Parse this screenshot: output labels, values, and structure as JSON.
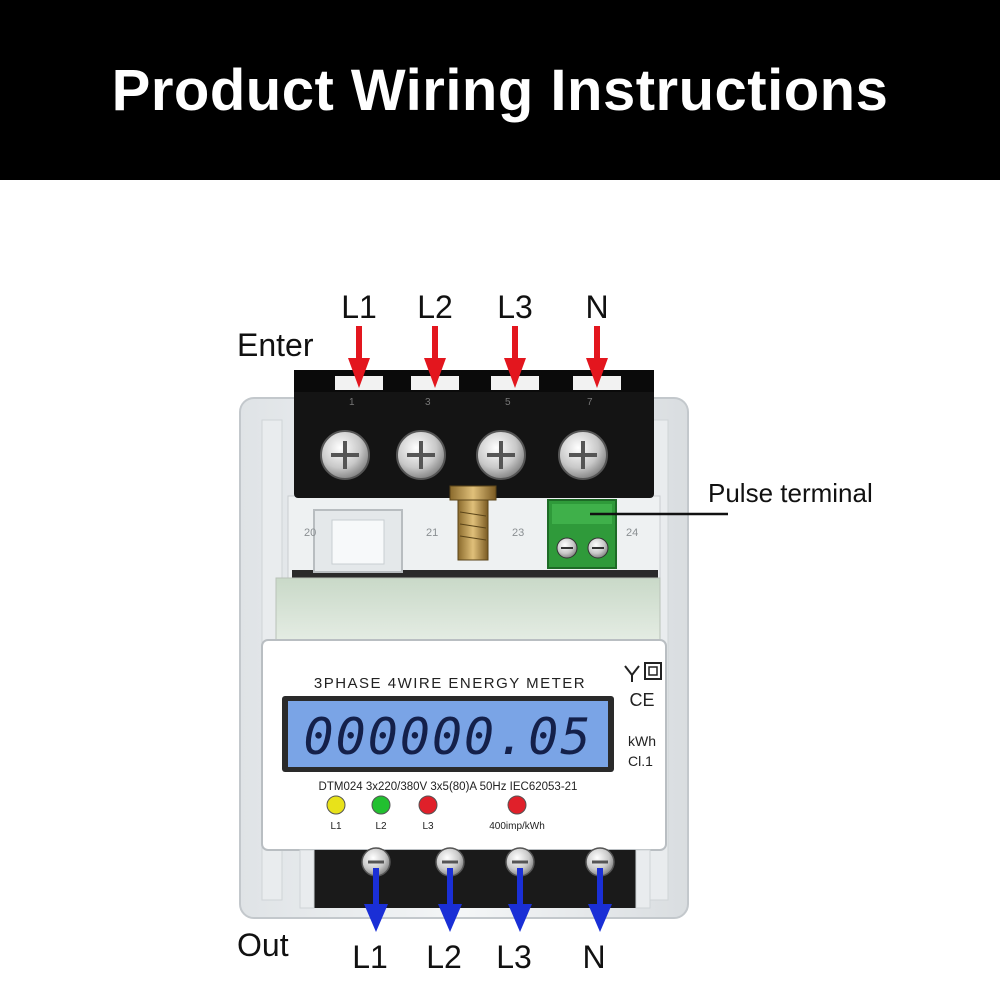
{
  "header": {
    "title": "Product Wiring Instructions"
  },
  "labels": {
    "enter": "Enter",
    "out": "Out",
    "pulse_terminal": "Pulse terminal"
  },
  "input_terminals": [
    "L1",
    "L2",
    "L3",
    "N"
  ],
  "output_terminals": [
    "L1",
    "L2",
    "L3",
    "N"
  ],
  "terminal_numbers": [
    "1",
    "3",
    "5",
    "7"
  ],
  "pulse_numbers": [
    "20",
    "21",
    "23",
    "24"
  ],
  "meter": {
    "title": "3PHASE 4WIRE ENERGY METER",
    "reading": "000000.05",
    "unit": "kWh",
    "class": "Cl.1",
    "ce_mark": "CE",
    "specs": "DTM024  3x220/380V  3x5(80)A  50Hz  IEC62053-21",
    "leds": [
      {
        "label": "L1",
        "color": "#e8e21a"
      },
      {
        "label": "L2",
        "color": "#22c030"
      },
      {
        "label": "L3",
        "color": "#e0202a"
      }
    ],
    "pulse_led": {
      "label": "400imp/kWh",
      "color": "#e0202a"
    }
  },
  "colors": {
    "input_arrow": "#e3161e",
    "output_arrow": "#1a2fd6",
    "lcd_bg": "#7aa4e6"
  }
}
